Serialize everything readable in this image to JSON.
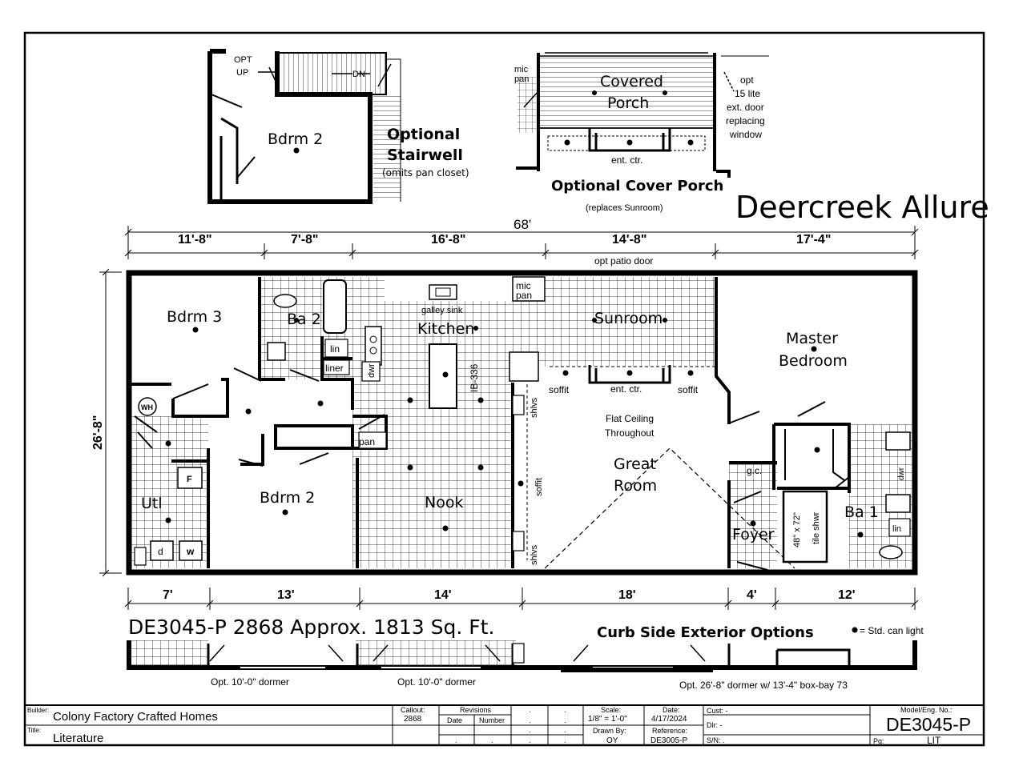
{
  "stair_option": {
    "opt_up": "OPT",
    "opt_up2": "UP",
    "dn": "DN",
    "room": "Bdrm 2",
    "title1": "Optional",
    "title2": "Stairwell",
    "note": "(omits pan closet)"
  },
  "porch_option": {
    "mic": "mic",
    "pan": "pan",
    "room1": "Covered",
    "room2": "Porch",
    "ent": "ent. ctr.",
    "door1": "opt",
    "door2": "15 lite",
    "door3": "ext. door",
    "door4": "replacing",
    "door5": "window",
    "title": "Optional Cover Porch",
    "note": "(replaces Sunroom)"
  },
  "model_name": "Deercreek Allure",
  "dimensions": {
    "overall": "68'",
    "top": [
      "11'-8\"",
      "7'-8\"",
      "16'-8\"",
      "14'-8\"",
      "17'-4\""
    ],
    "bottom": [
      "7'",
      "13'",
      "14'",
      "18'",
      "4'",
      "12'"
    ],
    "side": "26'-8\""
  },
  "rooms": {
    "opt_patio": "opt patio door",
    "bdrm3": "Bdrm 3",
    "ba2": "Ba 2",
    "lin": "lin",
    "liner": "liner",
    "dwr": "dwr",
    "kitchen": "Kitchen",
    "galley": "galley sink",
    "mic": "mic",
    "pan": "pan",
    "island": "IB-336",
    "sunroom": "Sunroom",
    "soffit": "soffit",
    "ent": "ent. ctr.",
    "flat1": "Flat Ceiling",
    "flat2": "Throughout",
    "master1": "Master",
    "master2": "Bedroom",
    "wh": "WH",
    "f": "F",
    "utl": "Utl",
    "d": "d",
    "w": "w",
    "bdrm2": "Bdrm 2",
    "nook": "Nook",
    "shlvs": "shlvs",
    "great1": "Great",
    "great2": "Room",
    "gc": "g.c.",
    "foyer": "Foyer",
    "shower1": "48\" x 72\"",
    "shower2": "tile shwr",
    "ba1": "Ba 1",
    "lin2": "lin",
    "dwr2": "dwr"
  },
  "model_line": "DE3045-P 2868 Approx. 1813 Sq. Ft.",
  "curb": {
    "title": "Curb Side Exterior Options",
    "legend": "= Std. can light",
    "dormer1": "Opt. 10'-0\" dormer",
    "dormer2": "Opt. 10'-0\" dormer",
    "dormer3": "Opt. 26'-8\" dormer w/ 13'-4\" box-bay 73"
  },
  "title_block": {
    "builder_label": "Builder:",
    "builder": "Colony Factory Crafted Homes",
    "title_label": "Title:",
    "title": "Literature",
    "callout_label": "Callout:",
    "callout": "2868",
    "revisions_label": "Revisions",
    "date_label": "Date",
    "number_label": "Number",
    "dot": ".",
    "scale_label": "Scale:",
    "scale": "1/8\" = 1'-0\"",
    "drawn_label": "Drawn By:",
    "drawn": "OY",
    "date2_label": "Date:",
    "date2": "4/17/2024",
    "ref_label": "Reference:",
    "ref": "DE3005-P",
    "cust": "Cust: -",
    "dlr": "Dlr: -",
    "sn": "S/N: .",
    "model_label": "Model/Eng. No.:",
    "model": "DE3045-P",
    "pg_label": "Pg:",
    "pg": "LIT"
  }
}
